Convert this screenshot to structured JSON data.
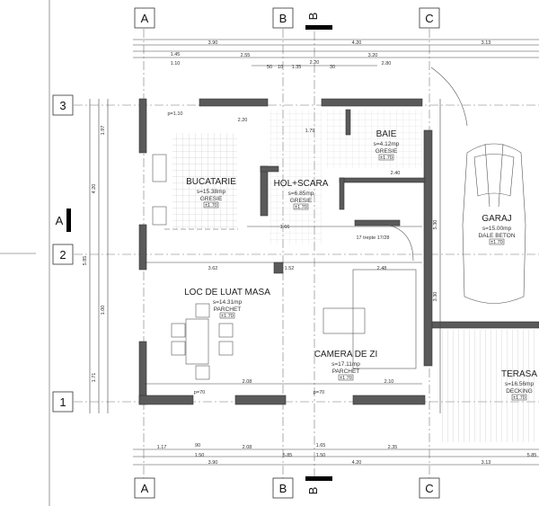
{
  "grid": {
    "columns": [
      "A",
      "B",
      "C"
    ],
    "rows": [
      "3",
      "2",
      "1"
    ],
    "section_markers": {
      "vertical": "B",
      "horizontal": "A"
    }
  },
  "rooms": [
    {
      "name": "BUCATARIE",
      "area": "s=15.38mp",
      "floor": "GRESIE",
      "level": "±1.70"
    },
    {
      "name": "HOL+SCARA",
      "area": "s=6.85mp",
      "floor": "GRESIE",
      "level": "±1.70"
    },
    {
      "name": "BAIE",
      "area": "s=4.12mp",
      "floor": "GRESIE",
      "level": "±1.70"
    },
    {
      "name": "GARAJ",
      "area": "s=15.00mp",
      "floor": "DALE BETON",
      "level": "±1.70"
    },
    {
      "name": "LOC DE LUAT MASA",
      "area": "s=14.31mp",
      "floor": "PARCHET",
      "level": "±1.70"
    },
    {
      "name": "CAMERA DE ZI",
      "area": "s=17.11mp",
      "floor": "PARCHET",
      "level": "±1.70"
    },
    {
      "name": "TERASA",
      "area": "s=16.56mp",
      "floor": "DECKING",
      "level": "±1.70"
    }
  ],
  "dimensions": {
    "top": [
      "3.90",
      "4.20",
      "3.13",
      "1.45",
      "1.10",
      "2.55",
      "2.20",
      "3.20",
      "2.80",
      "1.35",
      "50",
      "10",
      "30"
    ],
    "bottom": [
      "1.17",
      "90",
      "1.50",
      "2.08",
      "1.65",
      "1.50",
      "2.35",
      "5.85",
      "3.90",
      "4.20",
      "3.13",
      "5.85"
    ],
    "interior": [
      "3.62",
      "1.52",
      "2.48",
      "p=70",
      "p=70",
      "2.08",
      "2.10",
      "1.66",
      "2.40",
      "1.79",
      "2.20",
      "17 trepte 17/28",
      "p=1.10"
    ],
    "left": [
      "4.20",
      "1.71",
      "5.85",
      "1.97",
      "1.00"
    ],
    "right": [
      "5.30",
      "3.30"
    ]
  }
}
